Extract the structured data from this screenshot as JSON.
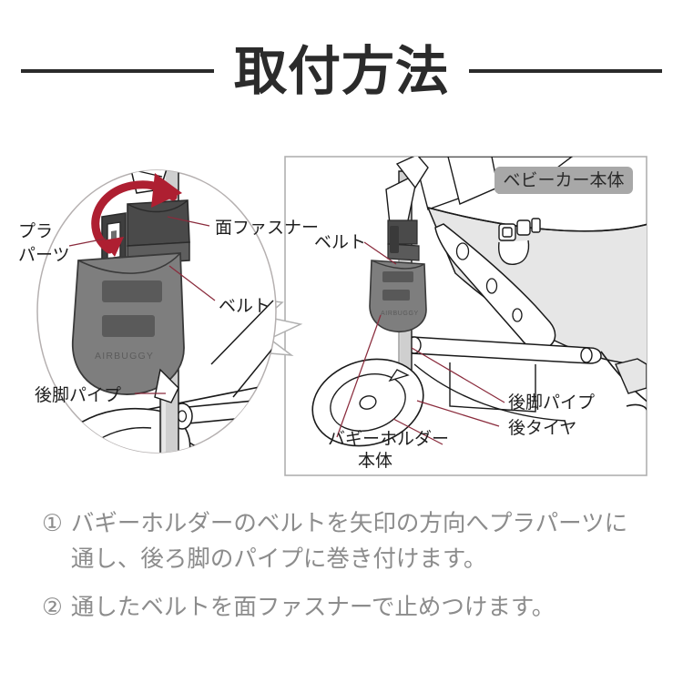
{
  "page": {
    "background": "#ffffff",
    "title": "取付方法",
    "title_color": "#2b2b2b",
    "rule_color": "#2b2b2b"
  },
  "callout": {
    "name": "magnified-detail-circle",
    "labels": [
      {
        "id": "pla-parts",
        "text_line1": "プラ",
        "text_line2": "パーツ"
      },
      {
        "id": "hook-loop",
        "text": "面ファスナー"
      },
      {
        "id": "belt",
        "text": "ベルト"
      },
      {
        "id": "rear-pipe",
        "text": "後脚パイプ"
      }
    ],
    "brand_mark": "AIRBUGGY",
    "arrow_color": "#ae1f31",
    "leader_color": "#8a2b3c"
  },
  "overview": {
    "name": "stroller-overview-panel",
    "badge": {
      "text": "ベビーカー本体",
      "background": "#a8a8a8",
      "text_color": "#2b2b2b"
    },
    "labels": [
      {
        "id": "belt",
        "text": "ベルト"
      },
      {
        "id": "rear-pipe",
        "text": "後脚パイプ"
      },
      {
        "id": "rear-tire",
        "text": "後タイヤ"
      },
      {
        "id": "holder-body-1",
        "text": "バギーホルダー"
      },
      {
        "id": "holder-body-2",
        "text": "本体"
      }
    ],
    "frame_color": "#b0b0b0",
    "leader_color": "#8a2b3c",
    "outline_color": "#1a1a1a",
    "fabric_fill": "#e6e6e6"
  },
  "colors": {
    "holder_body": "#7e7e7e",
    "holder_dark": "#4a4a4a",
    "pipe_fill": "#cfcfcf",
    "step_text": "#8c8c8c"
  },
  "steps": [
    {
      "number": "①",
      "text": "バギーホルダーのベルトを矢印の方向へプラパーツに通し、後ろ脚のパイプに巻き付けます。"
    },
    {
      "number": "②",
      "text": "通したベルトを面ファスナーで止めつけます。"
    }
  ]
}
